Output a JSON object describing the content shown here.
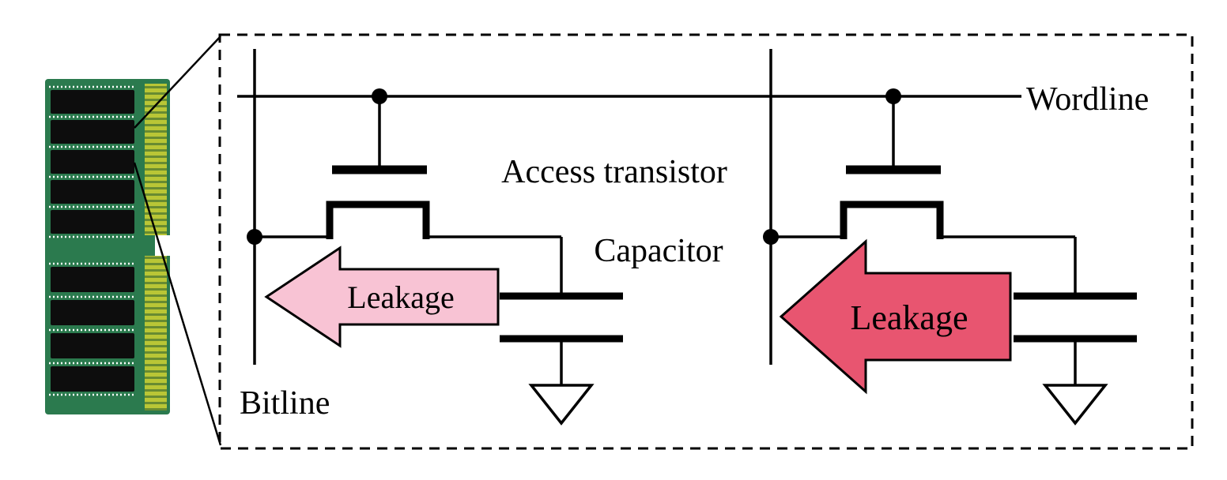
{
  "figure": {
    "background": "#ffffff",
    "labels": {
      "wordline": "Wordline",
      "access_transistor": "Access transistor",
      "capacitor": "Capacitor",
      "bitline": "Bitline",
      "leakage_left": "Leakage",
      "leakage_right": "Leakage"
    },
    "colors": {
      "line": "#000000",
      "leakage_left_fill": "#f8c3d4",
      "leakage_right_fill": "#e85570",
      "dimm_pcb": "#2b7a4e",
      "dimm_chip": "#0d0d0d",
      "dimm_pins": "#b9c636",
      "ground_fill": "#ffffff"
    }
  }
}
